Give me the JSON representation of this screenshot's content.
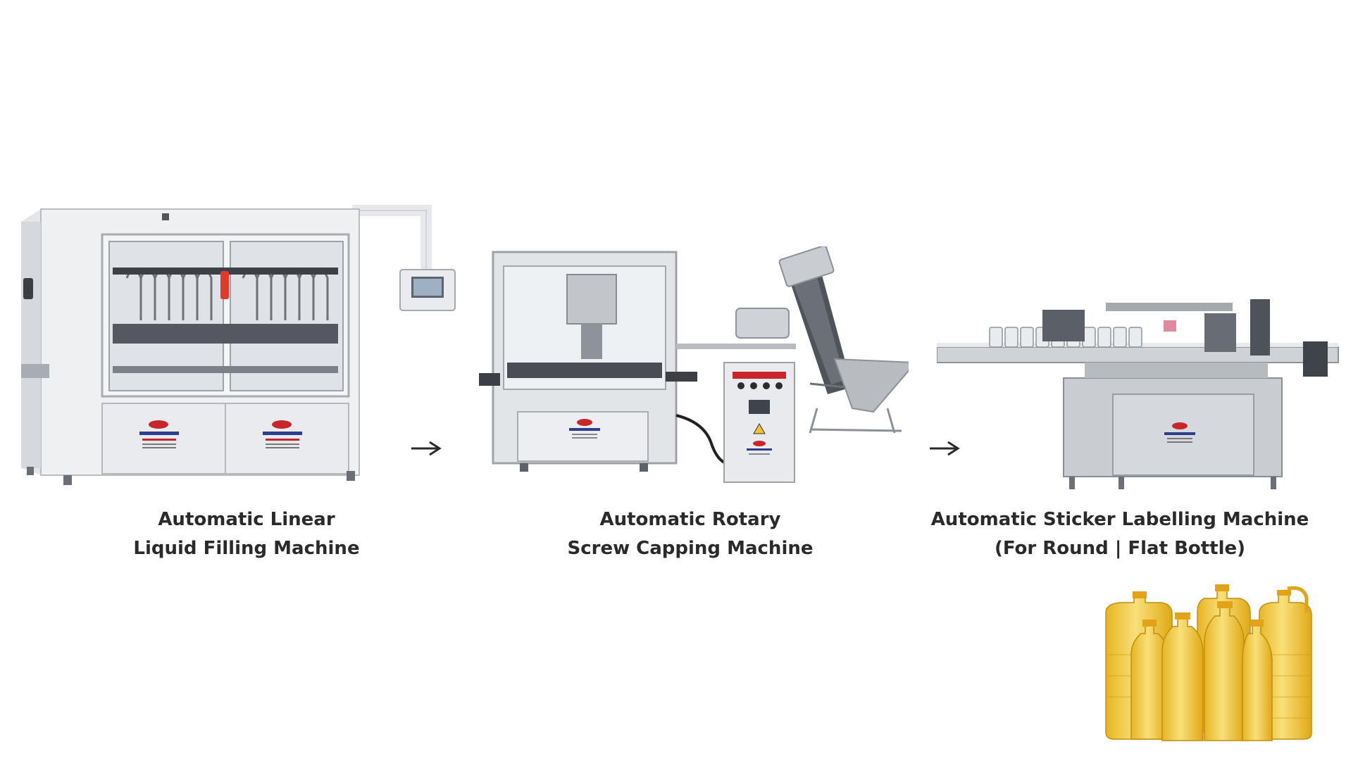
{
  "flow": {
    "steps": [
      {
        "line1": "Automatic Linear",
        "line2": "Liquid Filling Machine",
        "icon": "liquid-filling-machine-icon"
      },
      {
        "line1": "Automatic Rotary",
        "line2": "Screw Capping Machine",
        "icon": "screw-capping-machine-icon"
      },
      {
        "line1": "Automatic Sticker Labelling Machine",
        "line2": "(For Round | Flat Bottle)",
        "icon": "sticker-labelling-machine-icon"
      }
    ],
    "arrows": [
      "arrow-right-icon",
      "arrow-right-icon"
    ],
    "product_icon": "oil-bottles-icon"
  },
  "colors": {
    "text": "#2a2a2a",
    "steel": "#c9ccd0",
    "steel_dark": "#8d9196",
    "oil": "#f2c233",
    "oil_light": "#f8e07a",
    "cap": "#e2a21a",
    "brand_red": "#c8262b",
    "brand_blue": "#2c3e8c"
  }
}
